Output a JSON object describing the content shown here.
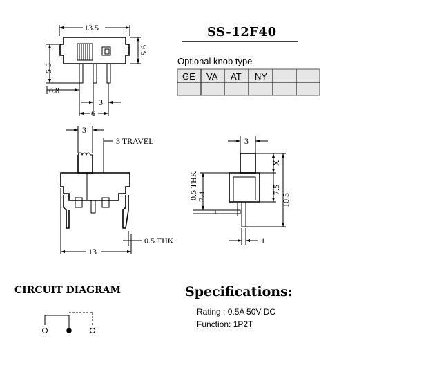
{
  "part_number": "SS-12F40",
  "knob_section": {
    "title": "Optional knob type",
    "types": [
      "GE",
      "VA",
      "AT",
      "NY",
      "",
      ""
    ]
  },
  "top_view": {
    "width_dim": "13.5",
    "height_dim_right": "5.6",
    "height_dim_left": "5.5",
    "pin_offset_dim": "0.8",
    "pin_pitch_dim": "3",
    "pin_span_dim": "6"
  },
  "front_view": {
    "knob_width_dim": "3",
    "travel_label": "3 TRAVEL",
    "thickness_label": "0.5 THK",
    "body_width_dim": "13"
  },
  "side_view": {
    "knob_width_dim": "3",
    "x_label": "X",
    "thk_label": "0.5 THK",
    "dim_7_4": "7.4",
    "dim_7_5": "7.5",
    "dim_10_5": "10.5",
    "pin_dim": "1"
  },
  "circuit": {
    "title": "CIRCUIT DIAGRAM"
  },
  "specifications": {
    "title": "Specifications:",
    "rating": "Rating : 0.5A 50V DC",
    "function": "Function: 1P2T"
  }
}
